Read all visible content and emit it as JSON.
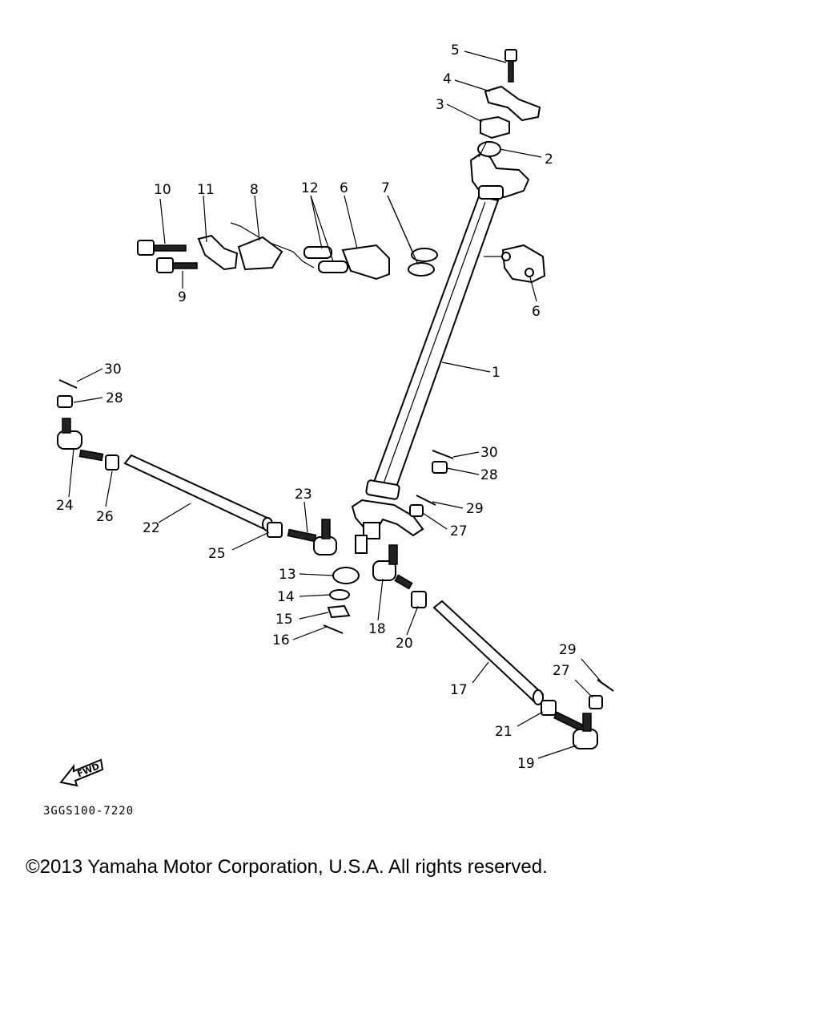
{
  "diagram": {
    "part_labels": {
      "p1": "1",
      "p2": "2",
      "p3": "3",
      "p4": "4",
      "p5": "5",
      "p6a": "6",
      "p6b": "6",
      "p7": "7",
      "p8": "8",
      "p9": "9",
      "p10": "10",
      "p11": "11",
      "p12": "12",
      "p13": "13",
      "p14": "14",
      "p15": "15",
      "p16": "16",
      "p17": "17",
      "p18": "18",
      "p19": "19",
      "p20": "20",
      "p21": "21",
      "p22": "22",
      "p23": "23",
      "p24": "24",
      "p25": "25",
      "p26": "26",
      "p27a": "27",
      "p27b": "27",
      "p28a": "28",
      "p28b": "28",
      "p29a": "29",
      "p29b": "29",
      "p30a": "30",
      "p30b": "30"
    },
    "drawing_code": "3GGS100-7220",
    "fwd_label": "FWD"
  },
  "footer": {
    "copyright": "©2013 Yamaha Motor Corporation, U.S.A. All rights reserved."
  }
}
